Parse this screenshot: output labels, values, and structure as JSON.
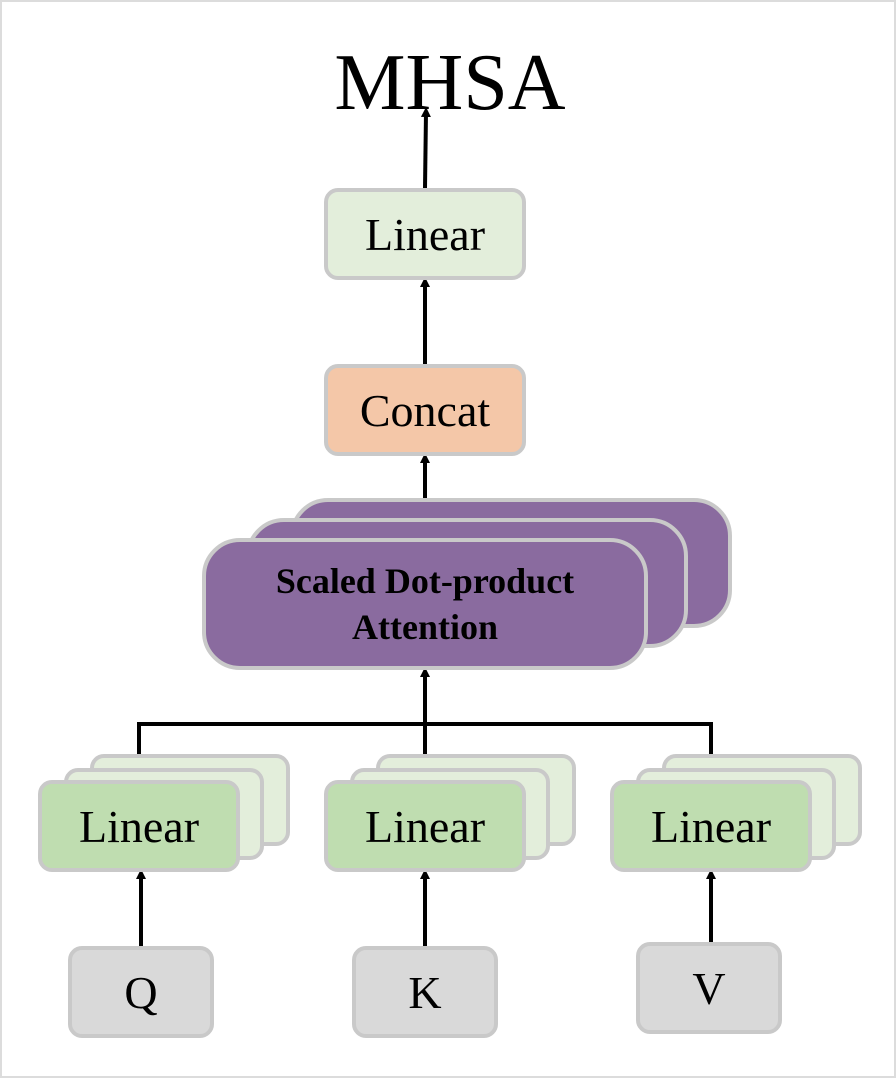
{
  "title": "MHSA",
  "blocks": {
    "output_linear": "Linear",
    "concat": "Concat",
    "attention_line1": "Scaled Dot-product",
    "attention_line2": "Attention",
    "linear_q": "Linear",
    "linear_k": "Linear",
    "linear_v": "Linear"
  },
  "inputs": {
    "q": "Q",
    "k": "K",
    "v": "V"
  },
  "colors": {
    "linear_output": "#e3eedb",
    "concat": "#f4c7a8",
    "attention": "#8a6b9f",
    "linear_input": "#bfddb0",
    "input": "#d9d9d9",
    "border": "#c9c9c9",
    "arrow": "#000000"
  }
}
